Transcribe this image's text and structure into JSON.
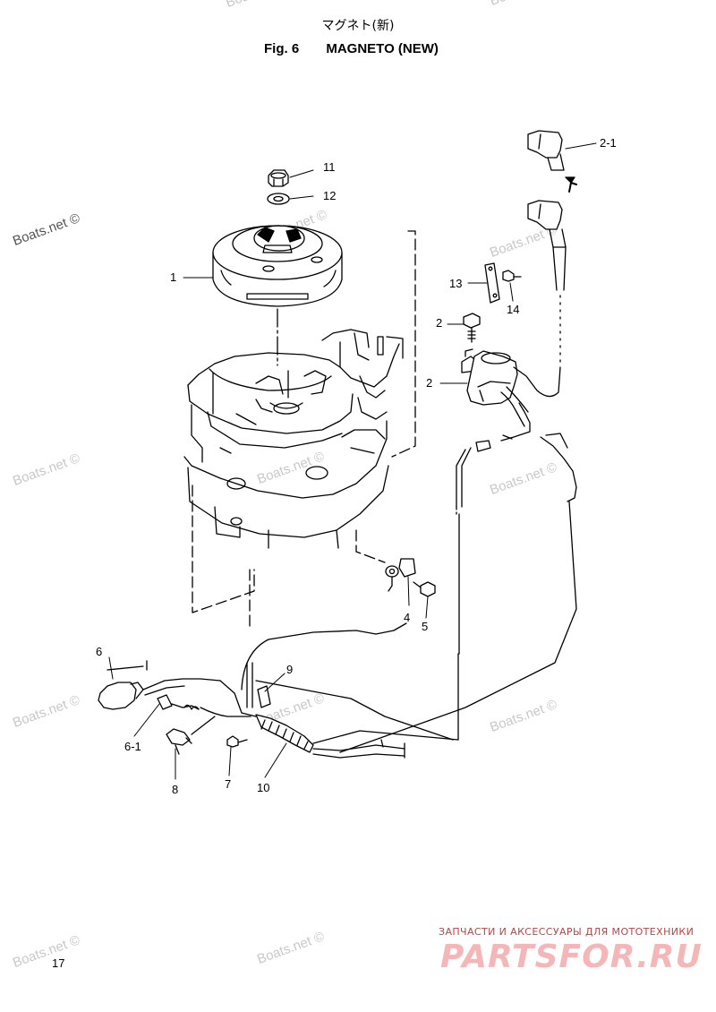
{
  "header": {
    "title_jp": "マグネト(新)",
    "fig_label": "Fig. 6",
    "fig_title": "MAGNETO (NEW)"
  },
  "watermark": "Boats.net ©",
  "callouts": {
    "c1": "1",
    "c2a": "2",
    "c2b": "2",
    "c2_1": "2-1",
    "c4": "4",
    "c5": "5",
    "c6": "6",
    "c6_1": "6-1",
    "c7": "7",
    "c8": "8",
    "c9": "9",
    "c10": "10",
    "c11": "11",
    "c12": "12",
    "c13": "13",
    "c14": "14"
  },
  "page_number": "17",
  "banner": {
    "subtitle": "ЗАПЧАСТИ И АКСЕССУАРЫ ДЛЯ МОТОТЕХНИКИ",
    "logo": "PARTSFOR.RU"
  }
}
